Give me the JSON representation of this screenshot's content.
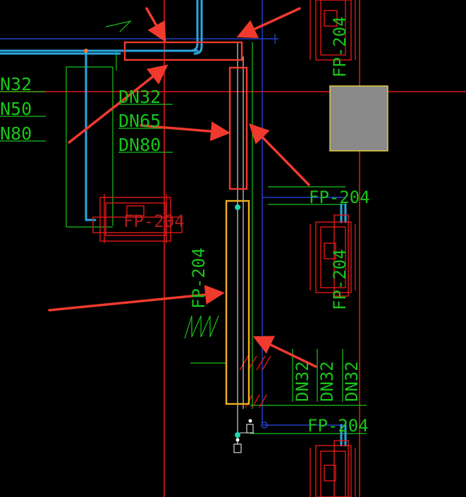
{
  "labels": {
    "left_dn": [
      "N32",
      "N50",
      "N80"
    ],
    "mid_dn": [
      "DN32",
      "DN65",
      "DN80"
    ],
    "fp_tag": "FP-204",
    "vertical_dn": [
      "DN32",
      "DN32",
      "DN32"
    ]
  },
  "colors": {
    "background": "#000000",
    "pipe_blue": "#2aa7e0",
    "line_green": "#19c419",
    "line_red": "#e01818",
    "guide_blue": "#2a4df0",
    "arrow_red": "#f03a2e",
    "highlight_orange": "#f0b020",
    "equipment_gray": "#8a8a8a",
    "node_teal": "#1fd6b0"
  }
}
